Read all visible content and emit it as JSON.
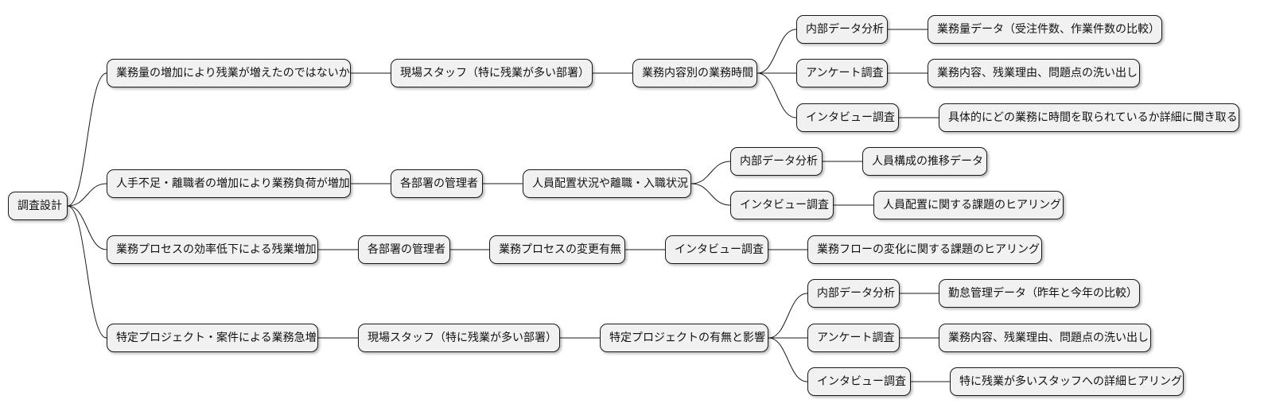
{
  "mindmap": {
    "root": "調査設計",
    "branches": {
      "workload": {
        "hypothesis": "業務量の増加により残業が増えたのではないか",
        "target": "現場スタッフ（特に残業が多い部署）",
        "item": "業務内容別の業務時間",
        "methods": {
          "internal": {
            "label": "内部データ分析",
            "detail": "業務量データ（受注件数、作業件数の比較）"
          },
          "survey": {
            "label": "アンケート調査",
            "detail": "業務内容、残業理由、問題点の洗い出し"
          },
          "interview": {
            "label": "インタビュー調査",
            "detail": "具体的にどの業務に時間を取られているか詳細に聞き取る"
          }
        }
      },
      "staffing": {
        "hypothesis": "人手不足・離職者の増加により業務負荷が増加",
        "target": "各部署の管理者",
        "item": "人員配置状況や離職・入職状況",
        "methods": {
          "internal": {
            "label": "内部データ分析",
            "detail": "人員構成の推移データ"
          },
          "interview": {
            "label": "インタビュー調査",
            "detail": "人員配置に関する課題のヒアリング"
          }
        }
      },
      "process": {
        "hypothesis": "業務プロセスの効率低下による残業増加",
        "target": "各部署の管理者",
        "item": "業務プロセスの変更有無",
        "method": "インタビュー調査",
        "detail": "業務フローの変化に関する課題のヒアリング"
      },
      "project": {
        "hypothesis": "特定プロジェクト・案件による業務急増",
        "target": "現場スタッフ（特に残業が多い部署）",
        "item": "特定プロジェクトの有無と影響",
        "methods": {
          "internal": {
            "label": "内部データ分析",
            "detail": "勤怠管理データ（昨年と今年の比較）"
          },
          "survey": {
            "label": "アンケート調査",
            "detail": "業務内容、残業理由、問題点の洗い出し"
          },
          "interview": {
            "label": "インタビュー調査",
            "detail": "特に残業が多いスタッフへの詳細ヒアリング"
          }
        }
      }
    }
  },
  "colors": {
    "node_fill": "#f1f1f1",
    "node_border": "#1a1a1a",
    "edge": "#1a1a1a",
    "text": "#111111",
    "background": "#ffffff"
  }
}
